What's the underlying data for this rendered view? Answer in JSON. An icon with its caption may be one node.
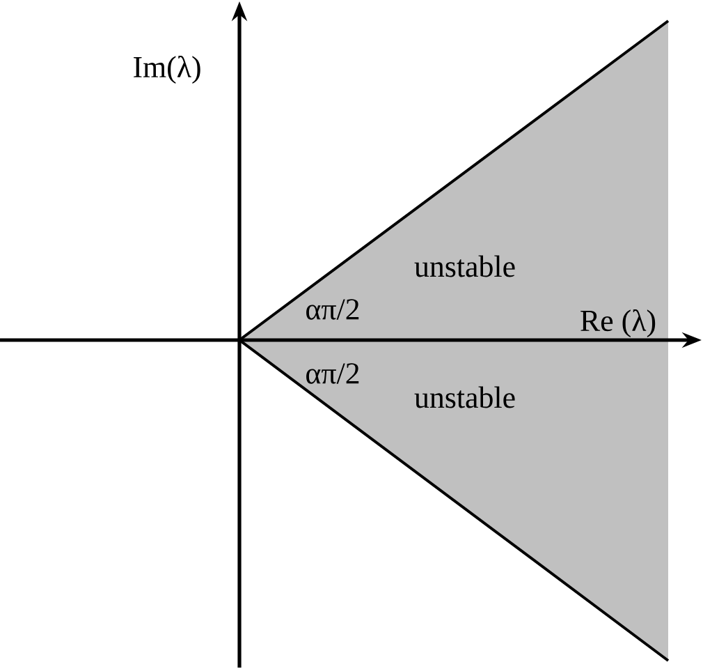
{
  "diagram": {
    "labels": [
      "Im(λ)",
      "unstable",
      "απ/2",
      "Re (λ)",
      "απ/2",
      "unstable"
    ]
  }
}
